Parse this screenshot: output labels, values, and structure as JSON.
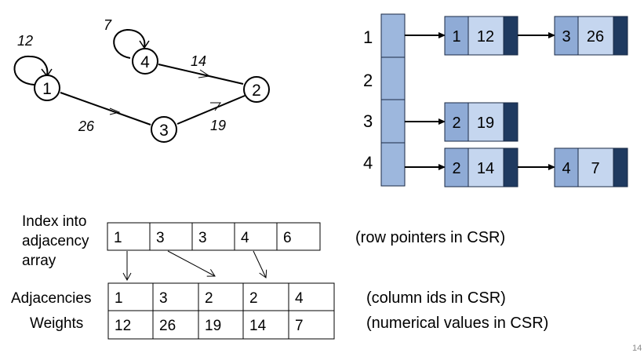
{
  "graph": {
    "nodes": [
      {
        "id": "1",
        "label": "1"
      },
      {
        "id": "2",
        "label": "2"
      },
      {
        "id": "3",
        "label": "3"
      },
      {
        "id": "4",
        "label": "4"
      }
    ],
    "edges": [
      {
        "from": "1",
        "to": "1",
        "weight": "12"
      },
      {
        "from": "4",
        "to": "4",
        "weight": "7"
      },
      {
        "from": "4",
        "to": "2",
        "weight": "14"
      },
      {
        "from": "1",
        "to": "3",
        "weight": "26"
      },
      {
        "from": "3",
        "to": "2",
        "weight": "19"
      }
    ]
  },
  "adjacency_list": {
    "rows": [
      {
        "label": "1",
        "entries": [
          {
            "col": "1",
            "val": "12"
          },
          {
            "col": "3",
            "val": "26"
          }
        ]
      },
      {
        "label": "2",
        "entries": []
      },
      {
        "label": "3",
        "entries": [
          {
            "col": "2",
            "val": "19"
          }
        ]
      },
      {
        "label": "4",
        "entries": [
          {
            "col": "2",
            "val": "14"
          },
          {
            "col": "4",
            "val": "7"
          }
        ]
      }
    ]
  },
  "csr": {
    "index_label": [
      "Index into",
      "adjacency",
      "array"
    ],
    "row_pointers": [
      "1",
      "3",
      "3",
      "4",
      "6"
    ],
    "adjacencies_label": "Adjacencies",
    "adjacencies": [
      "1",
      "3",
      "2",
      "2",
      "4"
    ],
    "weights_label": "Weights",
    "weights": [
      "12",
      "26",
      "19",
      "14",
      "7"
    ],
    "row_pointers_note": "(row pointers in CSR)",
    "column_ids_note": "(column ids in CSR)",
    "values_note": "(numerical values in CSR)"
  },
  "colors": {
    "list_spine": "#9db7dd",
    "cell_dark": "#8fabd6",
    "cell_light": "#c5d6ef",
    "cell_end": "#1f3a60",
    "border": "#1a2a45"
  },
  "page_number": "14"
}
